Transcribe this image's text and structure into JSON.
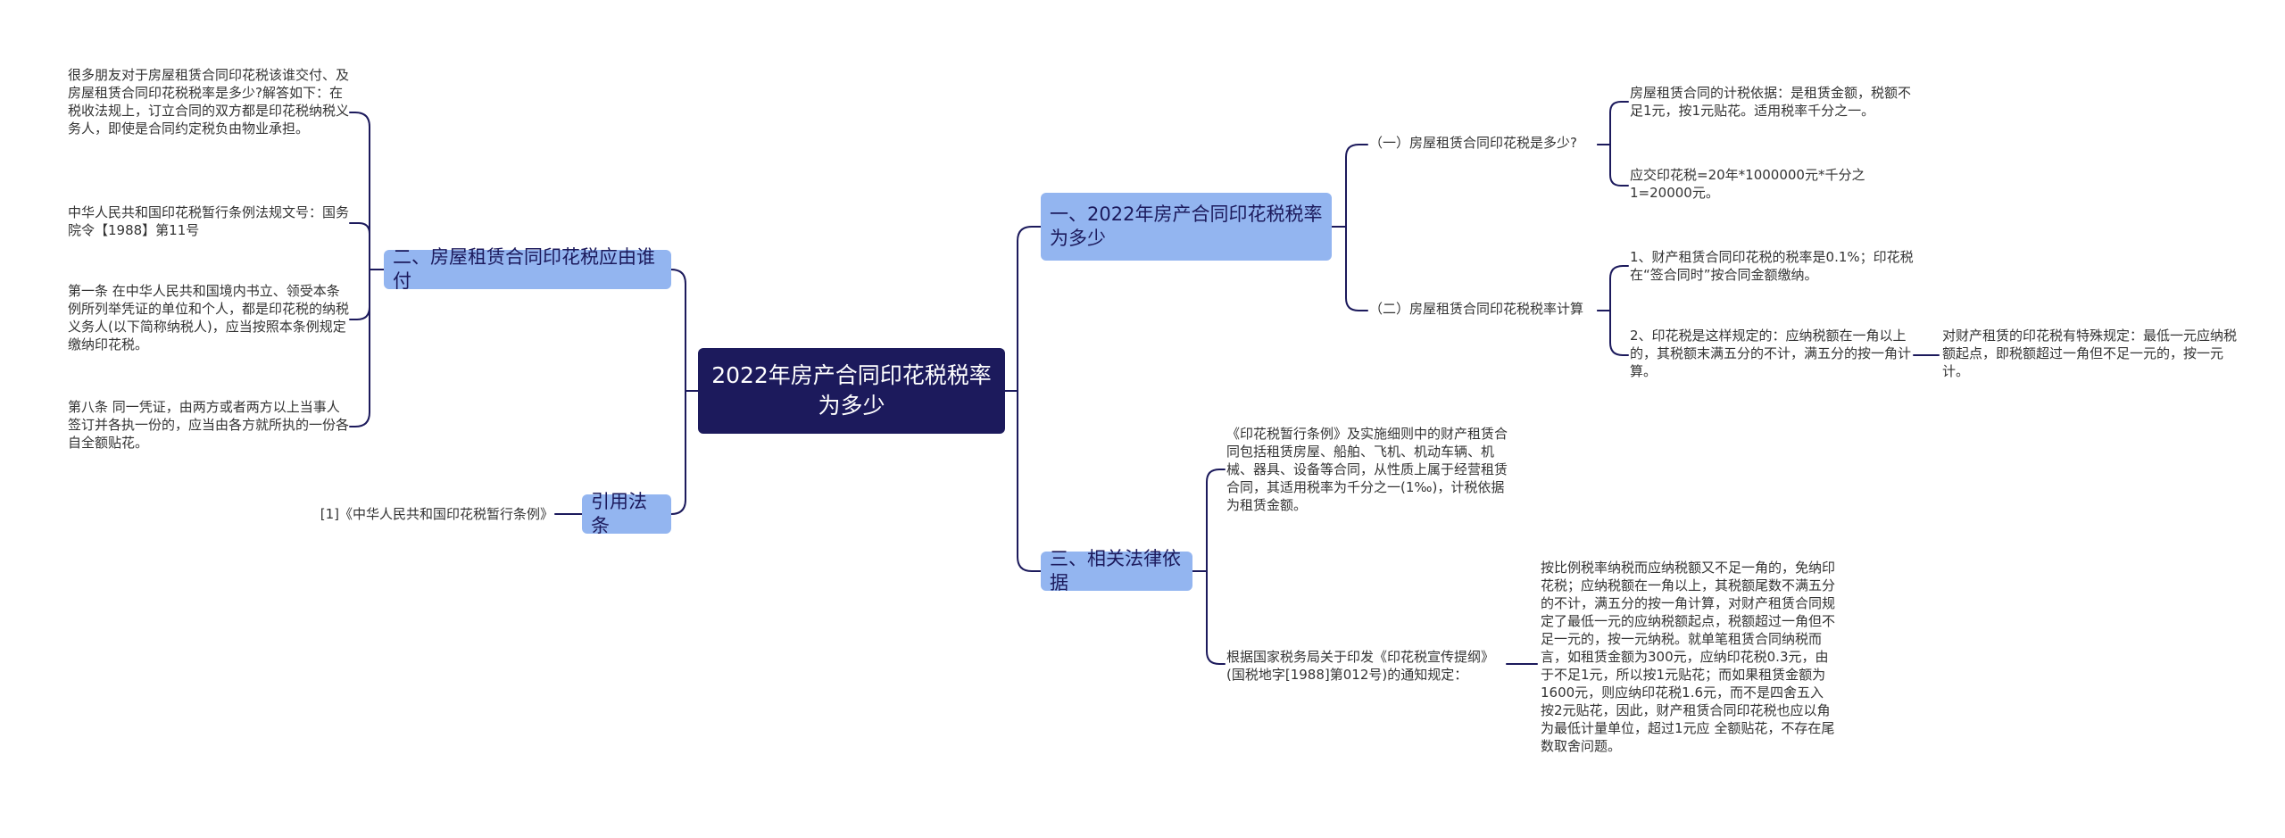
{
  "colors": {
    "root_bg": "#1c1a5c",
    "branch_bg": "#93b5f0",
    "line": "#1c1a5c",
    "text": "#333333"
  },
  "root": {
    "title": "2022年房产合同印花税税率为多少"
  },
  "right": {
    "b1": {
      "title": "一、2022年房产合同印花税税率为多少",
      "q1": {
        "label": "（一）房屋租赁合同印花税是多少?",
        "leaf1": "房屋租赁合同的计税依据：是租赁金额，税额不足1元，按1元贴花。适用税率千分之一。",
        "leaf2": "应交印花税=20年*1000000元*千分之1=20000元。"
      },
      "q2": {
        "label": "（二）房屋租赁合同印花税税率计算",
        "leaf1": "1、财产租赁合同印花税的税率是0.1%；印花税在“签合同时”按合同金额缴纳。",
        "leaf2": "2、印花税是这样规定的：应纳税额在一角以上的，其税额末满五分的不计，满五分的按一角计算。",
        "leaf2_child": "对财产租赁的印花税有特殊规定：最低一元应纳税额起点，即税额超过一角但不足一元的，按一元计。"
      }
    },
    "b3": {
      "title": "三、相关法律依据",
      "leaf1": "《印花税暂行条例》及实施细则中的财产租赁合同包括租赁房屋、船舶、飞机、机动车辆、机械、器具、设备等合同，从性质上属于经营租赁合同，其适用税率为千分之一(1‰)，计税依据为租赁金额。",
      "leaf2": "根据国家税务局关于印发《印花税宣传提纲》(国税地字[1988]第012号)的通知规定：",
      "leaf2_child": "按比例税率纳税而应纳税额又不足一角的，免纳印花税；应纳税额在一角以上，其税额尾数不满五分的不计，满五分的按一角计算，对财产租赁合同规定了最低一元的应纳税额起点，税额超过一角但不足一元的，按一元纳税。就单笔租赁合同纳税而言，如租赁金额为300元，应纳印花税0.3元，由于不足1元，所以按1元贴花；而如果租赁金额为1600元，则应纳印花税1.6元，而不是四舍五入按2元贴花，因此，财产租赁合同印花税也应以角为最低计量单位，超过1元应 全额贴花，不存在尾数取舍问题。"
    }
  },
  "left": {
    "b2": {
      "title": "二、房屋租赁合同印花税应由谁付",
      "leaf1": "很多朋友对于房屋租赁合同印花税该谁交付、及房屋租赁合同印花税税率是多少?解答如下：在税收法规上，订立合同的双方都是印花税纳税义务人，即使是合同约定税负由物业承担。",
      "leaf2": "中华人民共和国印花税暂行条例法规文号：国务院令【1988】第11号",
      "leaf3": "第一条 在中华人民共和国境内书立、领受本条例所列举凭证的单位和个人，都是印花税的纳税义务人(以下简称纳税人)，应当按照本条例规定缴纳印花税。",
      "leaf4": "第八条 同一凭证，由两方或者两方以上当事人签订并各执一份的，应当由各方就所执的一份各自全额贴花。"
    },
    "b4": {
      "title": "引用法条",
      "leaf1": "[1]《中华人民共和国印花税暂行条例》"
    }
  }
}
